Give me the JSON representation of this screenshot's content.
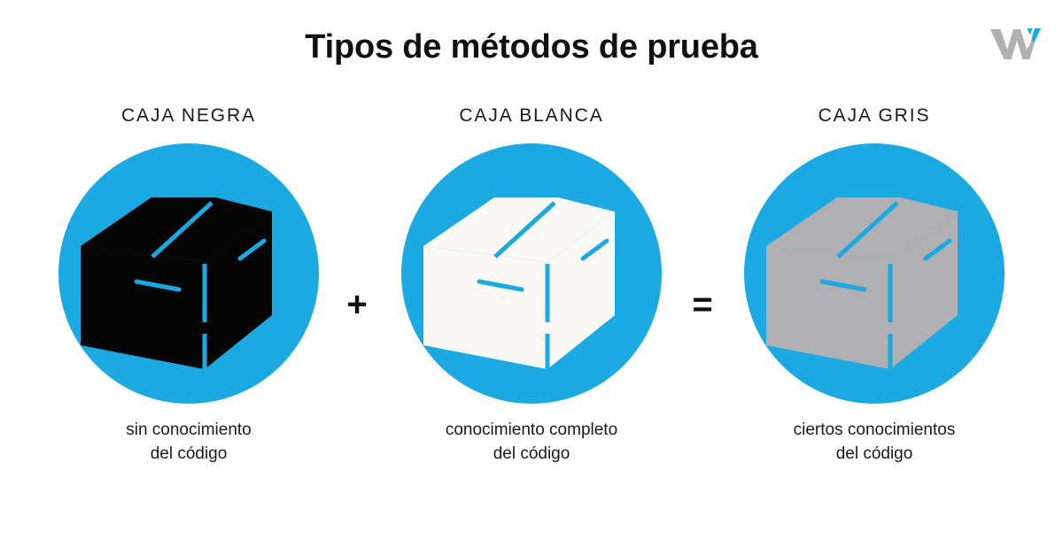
{
  "page": {
    "title": "Tipos de métodos de prueba",
    "background_color": "#FFFFFF"
  },
  "logo": {
    "name": "w-logo",
    "letter": "W",
    "letter_color": "#B0B0B2",
    "accent_color": "#1BA9E1"
  },
  "theme": {
    "accent_blue": "#1BA9E1",
    "text_color": "#1A1A1A",
    "box_black": "#050505",
    "box_white": "#FAF8F4",
    "box_gray": "#B0B0B2"
  },
  "operators": {
    "plus": "+",
    "equals": "="
  },
  "columns": [
    {
      "header": "CAJA NEGRA",
      "box_color": "#050505",
      "box_variant": "black",
      "caption_line1": "sin conocimiento",
      "caption_line2": "del código"
    },
    {
      "header": "CAJA BLANCA",
      "box_color": "#FAF8F4",
      "box_variant": "white",
      "caption_line1": "conocimiento completo",
      "caption_line2": "del código"
    },
    {
      "header": "CAJA GRIS",
      "box_color": "#B0B0B2",
      "box_variant": "gray",
      "caption_line1": "ciertos conocimientos",
      "caption_line2": "del código"
    }
  ]
}
